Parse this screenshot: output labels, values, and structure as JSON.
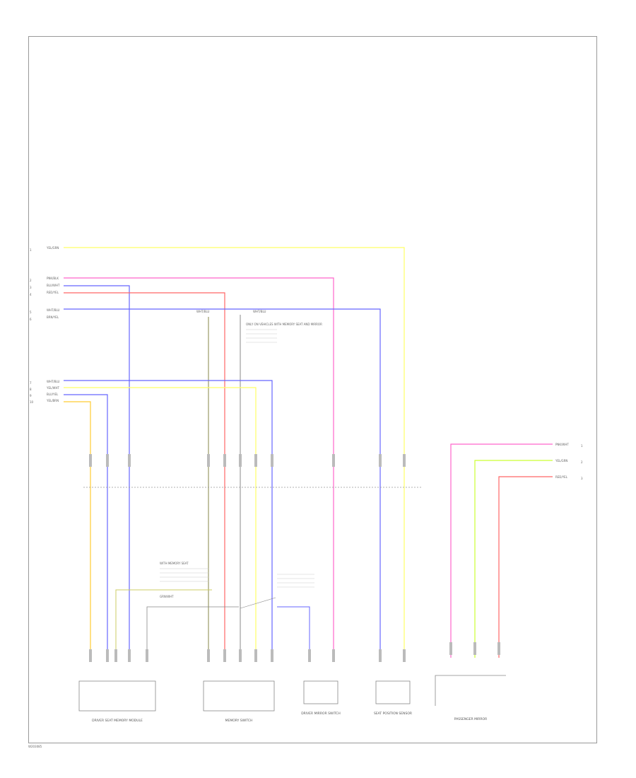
{
  "page": {
    "id": "W203085",
    "font_note": "text is rendered at very small size in original"
  },
  "colors": {
    "yellow": "#ffff66",
    "green": "#99ff66",
    "pink": "#ff66cc",
    "red": "#ff6666",
    "blue": "#6666ff",
    "orange": "#ffcc33",
    "tan": "#cccc66",
    "olive": "#999966",
    "gray": "#888888"
  },
  "left_wires": [
    {
      "label": "YEL/GRN"
    },
    {
      "label": "PNK/BLK"
    },
    {
      "label": "BLU/WHT"
    },
    {
      "label": "RED/YEL"
    },
    {
      "label": "WHT/BLU"
    },
    {
      "label": "BRN/YEL"
    },
    {
      "label": "WHT/BLU"
    },
    {
      "label": "YEL/WHT"
    },
    {
      "label": "BLU/YEL"
    },
    {
      "label": "YEL/BRN"
    }
  ],
  "mid_labels": [
    "WHT/BLU",
    "WHT/BLU"
  ],
  "right_wires": [
    {
      "label": "PNK/WHT"
    },
    {
      "label": "YEL/GRN"
    },
    {
      "label": "RED/YEL"
    }
  ],
  "notes": {
    "splice_note": "ONLY ON VEHICLES WITH MEMORY SEAT AND MIRROR",
    "note2": "WITH MEMORY SEAT",
    "bus_label": "GRN/WHT"
  },
  "components": [
    {
      "caption": "DRIVER SEAT MEMORY MODULE"
    },
    {
      "caption": "MEMORY SWITCH"
    },
    {
      "caption": "DRIVER MIRROR SWITCH"
    },
    {
      "caption": "SEAT POSITION SENSOR"
    },
    {
      "caption": "PASSENGER MIRROR"
    }
  ]
}
